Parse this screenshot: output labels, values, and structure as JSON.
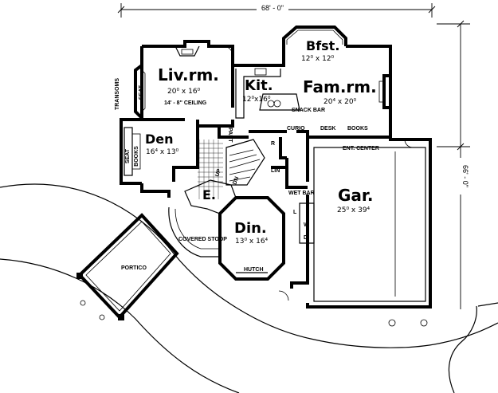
{
  "dimensions": {
    "width": "68' - 0\"",
    "depth": "66' - 0\""
  },
  "rooms": {
    "living": {
      "name": "Liv.rm.",
      "size": "20⁰ x 16⁰",
      "note": "14' - 8\" CEILING"
    },
    "kitchen": {
      "name": "Kit.",
      "size": "12⁰x16⁰"
    },
    "family": {
      "name": "Fam.rm.",
      "size": "20⁴ x 20⁰"
    },
    "breakfast": {
      "name": "Bfst.",
      "size": "12⁰ x 12⁰"
    },
    "den": {
      "name": "Den",
      "size": "16⁴ x 13⁰"
    },
    "entry": {
      "name": "E."
    },
    "dining": {
      "name": "Din.",
      "size": "13⁰ x 16⁴"
    },
    "garage": {
      "name": "Gar.",
      "size": "25⁰ x 39⁴"
    }
  },
  "labels": {
    "transoms": "TRANSOMS",
    "seat_living": "SEAT",
    "seat_den": "SEAT",
    "books_den": "BOOKS",
    "snack_bar": "SNACK BAR",
    "pantry": "PANT",
    "curio": "CURIO",
    "desk": "DESK",
    "books_fam": "BOOKS",
    "ent_center": "ENT. CENTER",
    "lin": "LIN",
    "wet_bar": "WET BAR",
    "covered_stoop": "COVERED STOOP",
    "portico": "PORTICO",
    "hutch": "HUTCH",
    "up": "UP",
    "dn": "DN",
    "r": "R",
    "w": "W",
    "d": "D",
    "l": "L"
  }
}
